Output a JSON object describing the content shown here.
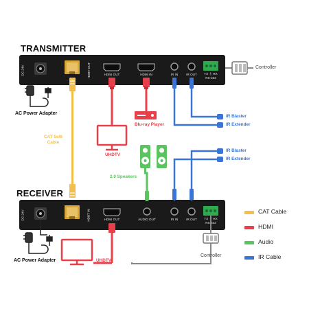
{
  "transmitter": {
    "title": "TRANSMITTER",
    "ports": {
      "dc": "DC 24V",
      "hdbt": "HDBT OUT",
      "hdmi_out": "HDMI OUT",
      "hdmi_in": "HDMI IN",
      "ir_in": "IR IN",
      "ir_out": "IR OUT",
      "rs232": "RS-232",
      "txrx": "TX ⏚ RX"
    }
  },
  "receiver": {
    "title": "RECEIVER",
    "ports": {
      "dc": "DC 24V",
      "hdbt": "HDBT IN",
      "hdmi_out": "HDMI OUT",
      "audio_out": "AUDIO OUT",
      "ir_in": "IR IN",
      "ir_out": "IR OUT",
      "rs232": "RS-232",
      "txrx": "TX ⏚ RX"
    }
  },
  "annotations": {
    "controller_top": "Controller",
    "ac_adapter_top": "AC Power Adapter",
    "cat_cable": "CAT 5e/6\nCable",
    "uhdtv_top": "UHDTV",
    "bluray": "Blu-ray Player",
    "ir_blaster_top": "IR Blaster",
    "ir_extender_top": "IR Extender",
    "speakers": "2.0 Speakers",
    "ir_blaster_bottom": "IR Blaster",
    "ir_extender_bottom": "IR Extender",
    "controller_bottom": "Controller",
    "ac_adapter_bottom": "AC Power Adapter",
    "uhdtv_bottom": "UHDTV"
  },
  "legend": [
    {
      "label": "CAT Cable",
      "color": "#f2bf4c"
    },
    {
      "label": "HDMI",
      "color": "#e8404a"
    },
    {
      "label": "Audio",
      "color": "#5cc361"
    },
    {
      "label": "IR Cable",
      "color": "#3a75d6"
    }
  ],
  "colors": {
    "cat": "#f2bf4c",
    "hdmi": "#e8404a",
    "audio": "#5cc361",
    "ir": "#3a75d6",
    "box": "#1a1a1a",
    "port_gold": "#d9a638",
    "terminal_green": "#2faa4f"
  }
}
